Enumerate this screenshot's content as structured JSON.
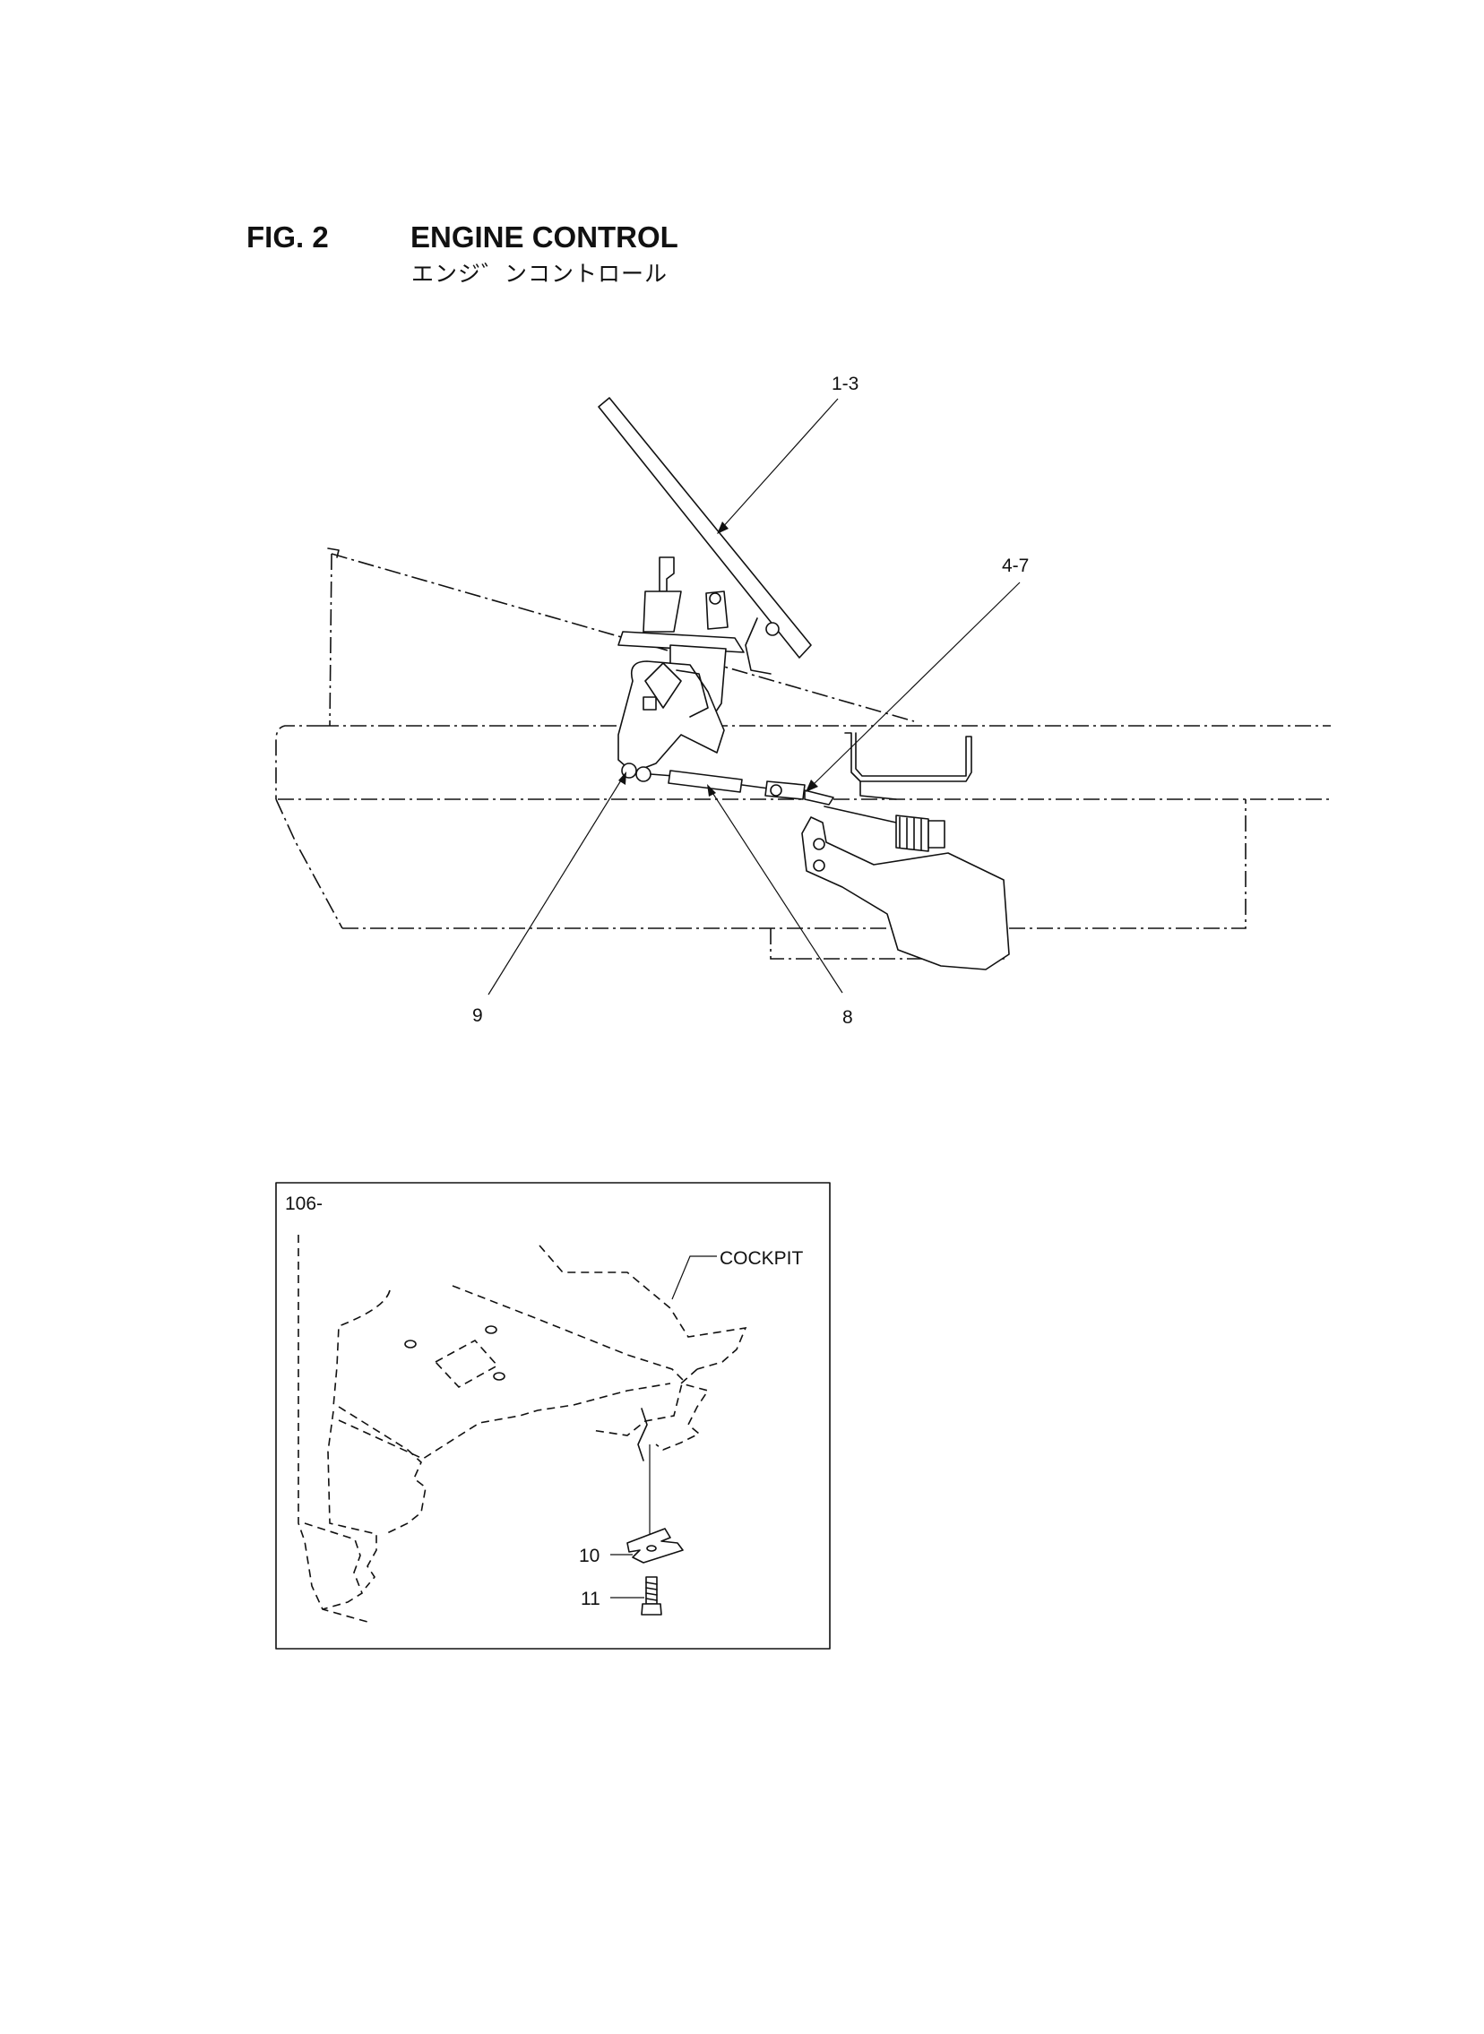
{
  "figure": {
    "number": "FIG. 2",
    "title": "ENGINE CONTROL",
    "subtitle": "エンジ゛ンコントロール"
  },
  "main_view": {
    "callouts": [
      "1-3",
      "4-7",
      "9",
      "8"
    ]
  },
  "detail_view": {
    "ref": "106-",
    "part_label": "COCKPIT",
    "callouts": [
      "10",
      "11"
    ]
  }
}
